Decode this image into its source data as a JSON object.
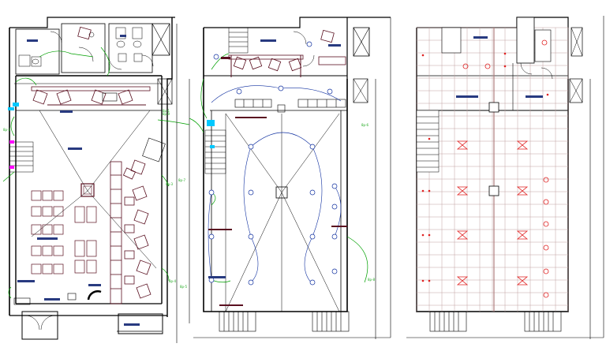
{
  "drawing": {
    "panel_1": {
      "name": "furniture-layout-plan",
      "annotations": [
        "8p-1",
        "8p-2",
        "8p-3",
        "8p-4",
        "8p-5"
      ]
    },
    "panel_2": {
      "name": "electrical-lighting-plan",
      "annotations": [
        "8p-6",
        "8p-7",
        "8p-8",
        "8p-9"
      ]
    },
    "panel_3": {
      "name": "ceiling-plan"
    }
  },
  "colors": {
    "wall": "#000000",
    "furniture": "#5a1020",
    "wiring": "#00a000",
    "fixture": "#1030a0",
    "highlight": "#ff00ff",
    "cyan": "#00c8ff",
    "ceiling_grid": "#c0a0a0",
    "ceiling_marks": "#e02020",
    "blue_bar": "#283a80"
  },
  "icons": {
    "chair": "office-chair-icon",
    "light": "ceiling-light-icon",
    "door": "door-swing-icon",
    "stair": "staircase-icon"
  }
}
